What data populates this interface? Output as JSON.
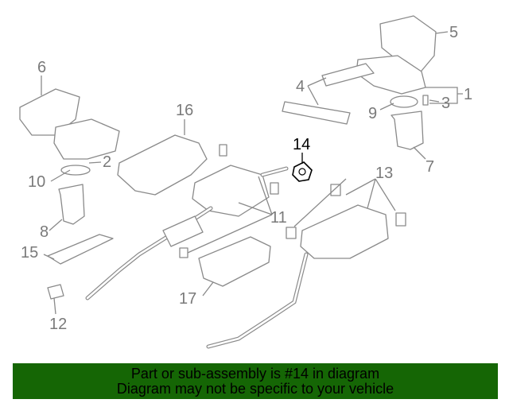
{
  "diagram": {
    "highlighted_part": "14",
    "callouts": {
      "c1": "1",
      "c2": "2",
      "c3": "3",
      "c4": "4",
      "c5": "5",
      "c6": "6",
      "c7": "7",
      "c8": "8",
      "c9": "9",
      "c10": "10",
      "c11": "11",
      "c12": "12",
      "c13": "13",
      "c14": "14",
      "c15": "15",
      "c16": "16",
      "c17": "17"
    },
    "colors": {
      "parts": "#8a8a8a",
      "highlight": "#000000",
      "banner": "#156605"
    }
  },
  "banner": {
    "line1": "Part or sub-assembly is #14 in diagram",
    "line2": "Diagram may not be specific to your vehicle"
  }
}
